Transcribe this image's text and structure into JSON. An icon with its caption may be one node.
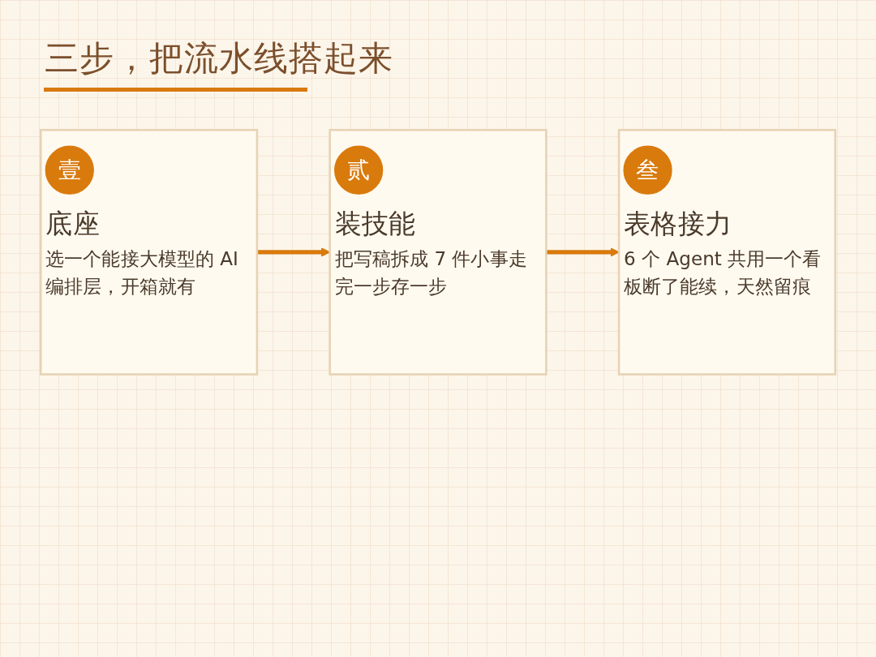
{
  "diagram": {
    "title": "三步，把流水线搭起来",
    "nodes": [
      {
        "text": [
          "底座",
          "选一个能接大模型的 AI 编排层，开箱就有"
        ]
      },
      {
        "text": [
          "壹"
        ],
        "in": 0
      },
      {
        "text": [
          "装技能",
          "把写稿拆成 7 件小事走完一步存一步"
        ]
      },
      {
        "text": [
          "贰"
        ],
        "in": 2
      },
      {
        "text": [
          "表格接力",
          "6 个 Agent 共用一个看板断了能续，天然留痕"
        ]
      },
      {
        "text": [
          "叁"
        ],
        "in": 4
      }
    ],
    "edges": [
      {
        "from": 0,
        "to": 2,
        "arrow": "to"
      },
      {
        "from": 2,
        "to": 4,
        "arrow": "to"
      }
    ]
  }
}
